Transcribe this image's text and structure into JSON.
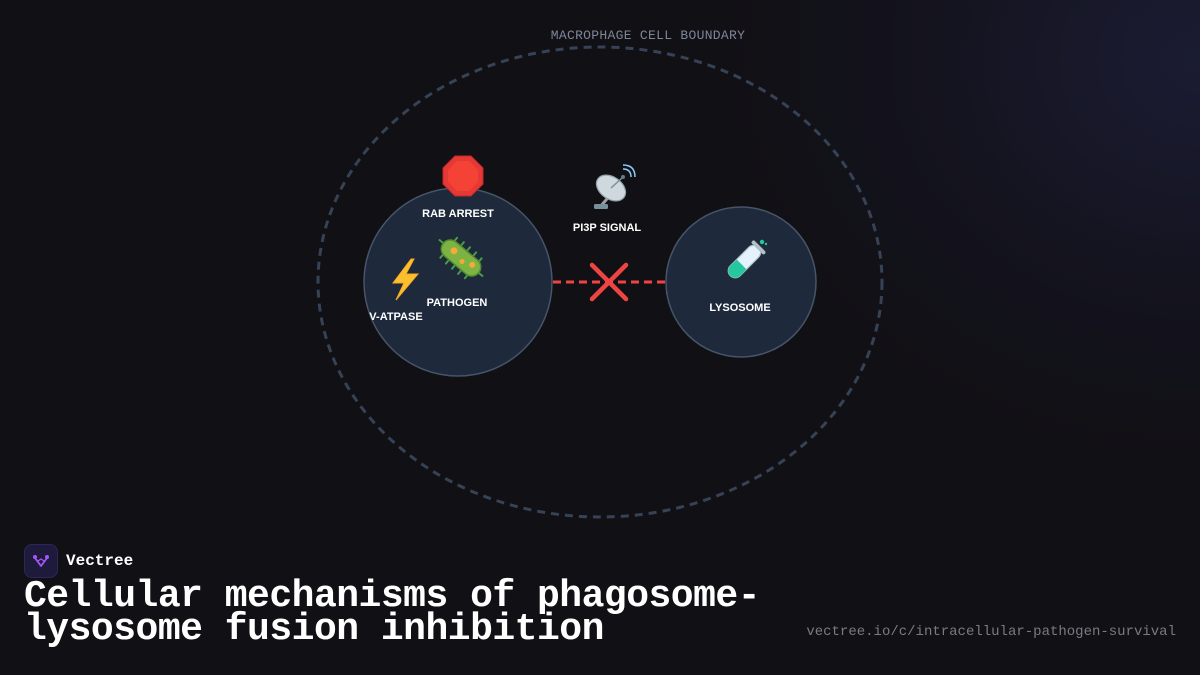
{
  "diagram": {
    "boundary_label": "MACROPHAGE CELL BOUNDARY",
    "nodes": {
      "rab_arrest": {
        "label": "RAB ARREST",
        "icon": "stop-sign-icon",
        "glyph": "🛑"
      },
      "pathogen": {
        "label": "PATHOGEN",
        "icon": "microbe-icon",
        "glyph": "🦠"
      },
      "v_atpase": {
        "label": "V-ATPASE",
        "icon": "lightning-icon",
        "glyph": "⚡"
      },
      "pi3p_signal": {
        "label": "PI3P SIGNAL",
        "icon": "satellite-antenna-icon",
        "glyph": "📡"
      },
      "lysosome": {
        "label": "LYSOSOME",
        "icon": "test-tube-icon",
        "glyph": "🧪"
      }
    },
    "edge": {
      "from": "pathogen",
      "to": "lysosome",
      "style": "dashed",
      "blocked": true,
      "block_icon": "cross-mark-icon"
    },
    "colors": {
      "boundary": "#364256",
      "node_fill": "#1e293b",
      "node_stroke": "#475569",
      "blocked_edge": "#ef4444",
      "arrowhead": "#64748b"
    }
  },
  "brand": {
    "name": "Vectree",
    "logo_icon": "vectree-logo-icon",
    "logo_color": "#a855f7"
  },
  "title": "Cellular mechanisms of phagosome-lysosome fusion inhibition",
  "url": "vectree.io/c/intracellular-pathogen-survival"
}
